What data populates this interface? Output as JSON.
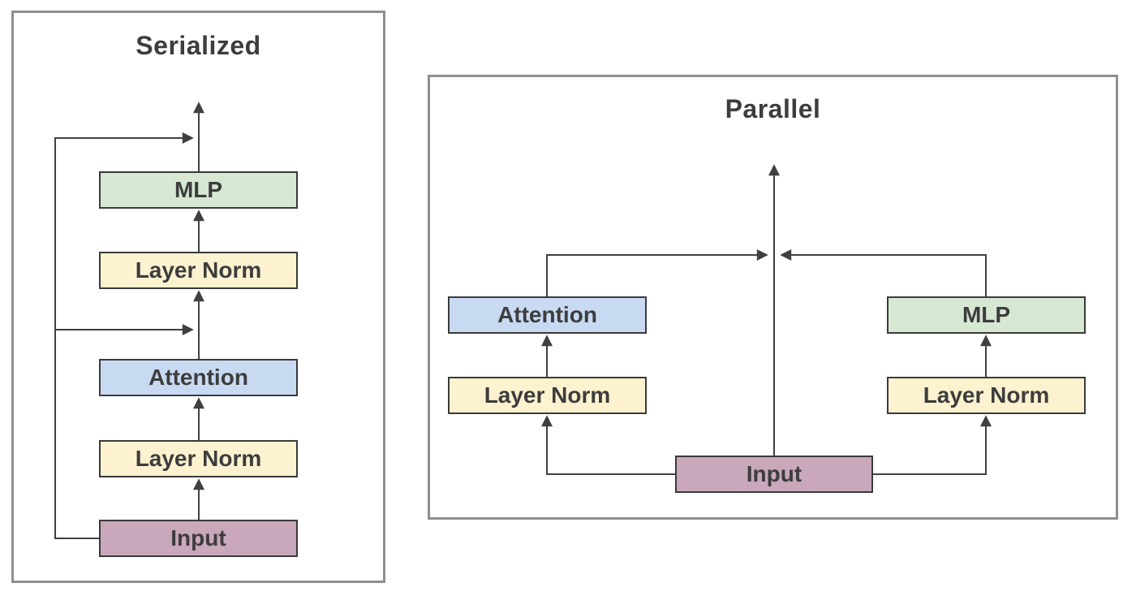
{
  "colors": {
    "attention_fill": "#c8daf2",
    "mlp_fill": "#d6e7d2",
    "layer_norm_fill": "#fdf2cf",
    "input_fill": "#c9a8bb",
    "line": "#404040",
    "panel_border": "#8f8f8f",
    "label_text": "#3d3d3d",
    "background": "#ffffff"
  },
  "serialized": {
    "title": "Serialized",
    "blocks": {
      "mlp": "MLP",
      "layer_norm_top": "Layer Norm",
      "attention": "Attention",
      "layer_norm_bottom": "Layer Norm",
      "input": "Input"
    }
  },
  "parallel": {
    "title": "Parallel",
    "blocks": {
      "attention": "Attention",
      "layer_norm_left": "Layer Norm",
      "mlp": "MLP",
      "layer_norm_right": "Layer Norm",
      "input": "Input"
    }
  }
}
